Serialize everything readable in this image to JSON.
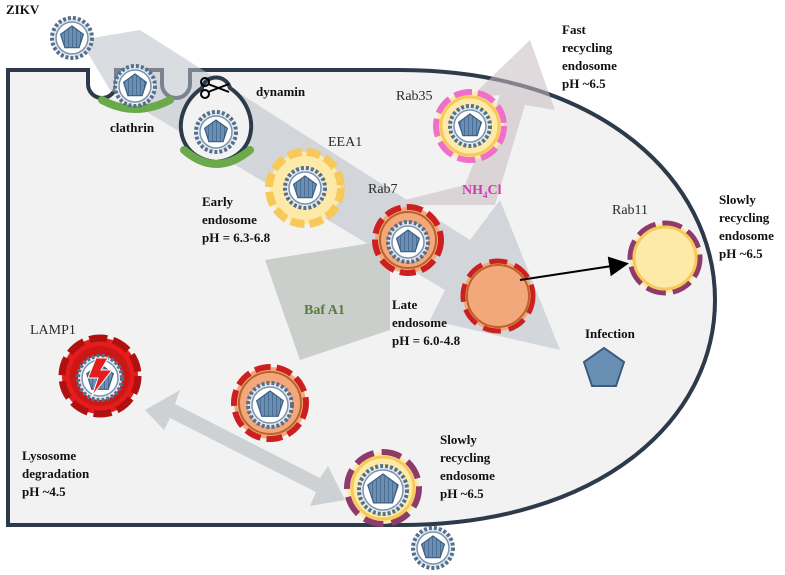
{
  "virus_label": "ZIKV",
  "clathrin_label": "clathrin",
  "dynamin_label": "dynamin",
  "early_endosome": {
    "marker": "EEA1",
    "lines": [
      "Early",
      "endosome",
      "pH = 6.3-6.8"
    ]
  },
  "late_endosome": {
    "marker": "Rab7",
    "lines": [
      "Late",
      "endosome",
      "pH = 6.0-4.8"
    ]
  },
  "fast_recycling": {
    "marker": "Rab35",
    "lines": [
      "Fast",
      "recycling",
      "endosome",
      "pH ~6.5"
    ]
  },
  "slow_recycling_right": {
    "marker": "Rab11",
    "lines": [
      "Slowly",
      "recycling",
      "endosome",
      "pH ~6.5"
    ]
  },
  "slow_recycling_bottom": {
    "lines": [
      "Slowly",
      "recycling",
      "endosome",
      "pH ~6.5"
    ]
  },
  "lysosome": {
    "marker": "LAMP1",
    "lines": [
      "Lysosome",
      "degradation",
      "pH ~4.5"
    ]
  },
  "inhibitors": {
    "nh4cl_main": "NH",
    "nh4cl_sub": "4",
    "nh4cl_tail": "Cl",
    "bafa1": "Baf A1"
  },
  "infection_label": "Infection",
  "colors": {
    "cell_fill": "#f2f2f2",
    "membrane": "#2d3a4a",
    "clathrin": "#6aaa4a",
    "early_fill": "#fde9a8",
    "early_ring": "#f7c95a",
    "late_fill": "#f3a87c",
    "late_ring": "#cc1f1f",
    "rab35_ring": "#f06fc8",
    "rab11_ring": "#8e3a6a",
    "lysosome": "#e51c1c",
    "nh4cl_text": "#d03aa8",
    "bafa1_text": "#5a7a3a",
    "virus_core": "#6a8fb5"
  }
}
